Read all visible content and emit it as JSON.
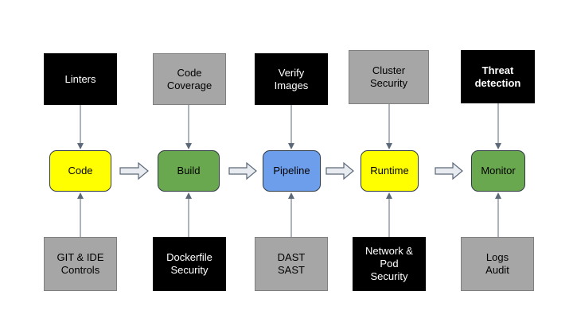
{
  "diagram": {
    "stages": [
      {
        "id": "code",
        "label": "Code",
        "color": "#ffff00"
      },
      {
        "id": "build",
        "label": "Build",
        "color": "#6aa84f"
      },
      {
        "id": "pipeline",
        "label": "Pipeline",
        "color": "#6d9eeb"
      },
      {
        "id": "runtime",
        "label": "Runtime",
        "color": "#ffff00"
      },
      {
        "id": "monitor",
        "label": "Monitor",
        "color": "#6aa84f"
      }
    ],
    "top_tools": [
      {
        "label": "Linters",
        "style": "dark",
        "stage": "code"
      },
      {
        "label": "Code\nCoverage",
        "style": "gray",
        "stage": "build"
      },
      {
        "label": "Verify\nImages",
        "style": "dark",
        "stage": "pipeline"
      },
      {
        "label": "Cluster\nSecurity",
        "style": "gray",
        "stage": "runtime"
      },
      {
        "label": "Threat\ndetection",
        "style": "dark",
        "stage": "monitor"
      }
    ],
    "bottom_tools": [
      {
        "label": "GIT & IDE\nControls",
        "style": "gray",
        "stage": "code"
      },
      {
        "label": "Dockerfile\nSecurity",
        "style": "dark",
        "stage": "build"
      },
      {
        "label": "DAST\nSAST",
        "style": "gray",
        "stage": "pipeline"
      },
      {
        "label": "Network &\nPod\nSecurity",
        "style": "dark",
        "stage": "runtime"
      },
      {
        "label": "Logs\nAudit",
        "style": "gray",
        "stage": "monitor"
      }
    ],
    "flow_arrow_color": "#e8ebef",
    "connector_color": "#5b6878"
  }
}
